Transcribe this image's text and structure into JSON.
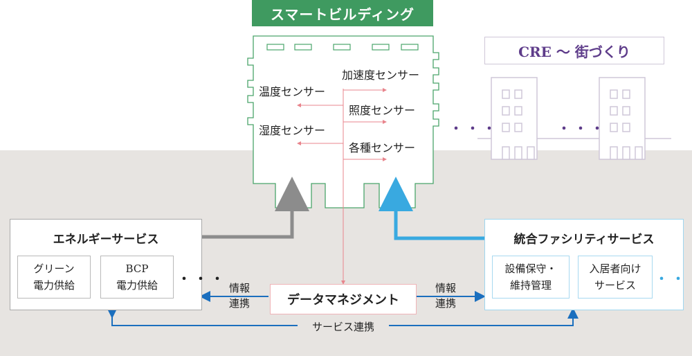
{
  "header": {
    "title": "スマートビルディング",
    "cre_label": "CRE 〜 街づくり"
  },
  "sensors": [
    {
      "label": "温度センサー"
    },
    {
      "label": "湿度センサー"
    },
    {
      "label": "加速度センサー"
    },
    {
      "label": "照度センサー"
    },
    {
      "label": "各種センサー"
    }
  ],
  "energy_services": {
    "title": "エネルギーサービス",
    "items": [
      "グリーン\n電力供給",
      "BCP\n電力供給"
    ],
    "more": "・・・"
  },
  "facility_services": {
    "title": "統合ファシリティサービス",
    "items": [
      "設備保守・\n維持管理",
      "入居者向け\nサービス"
    ],
    "more": "・・・"
  },
  "data_management": {
    "label": "データマネジメント"
  },
  "flows": {
    "left_label": "情報\n連携",
    "right_label": "情報\n連携",
    "service_link": "サービス連携"
  },
  "city_dots": "・・・",
  "colors": {
    "green": "#3f9a60",
    "purple": "#5e3c8a",
    "blue": "#1b6fbe",
    "light_blue": "#39a9e0",
    "gray": "#8c8c8c",
    "pink": "#e8848c",
    "ground": "#e7e4e1"
  }
}
